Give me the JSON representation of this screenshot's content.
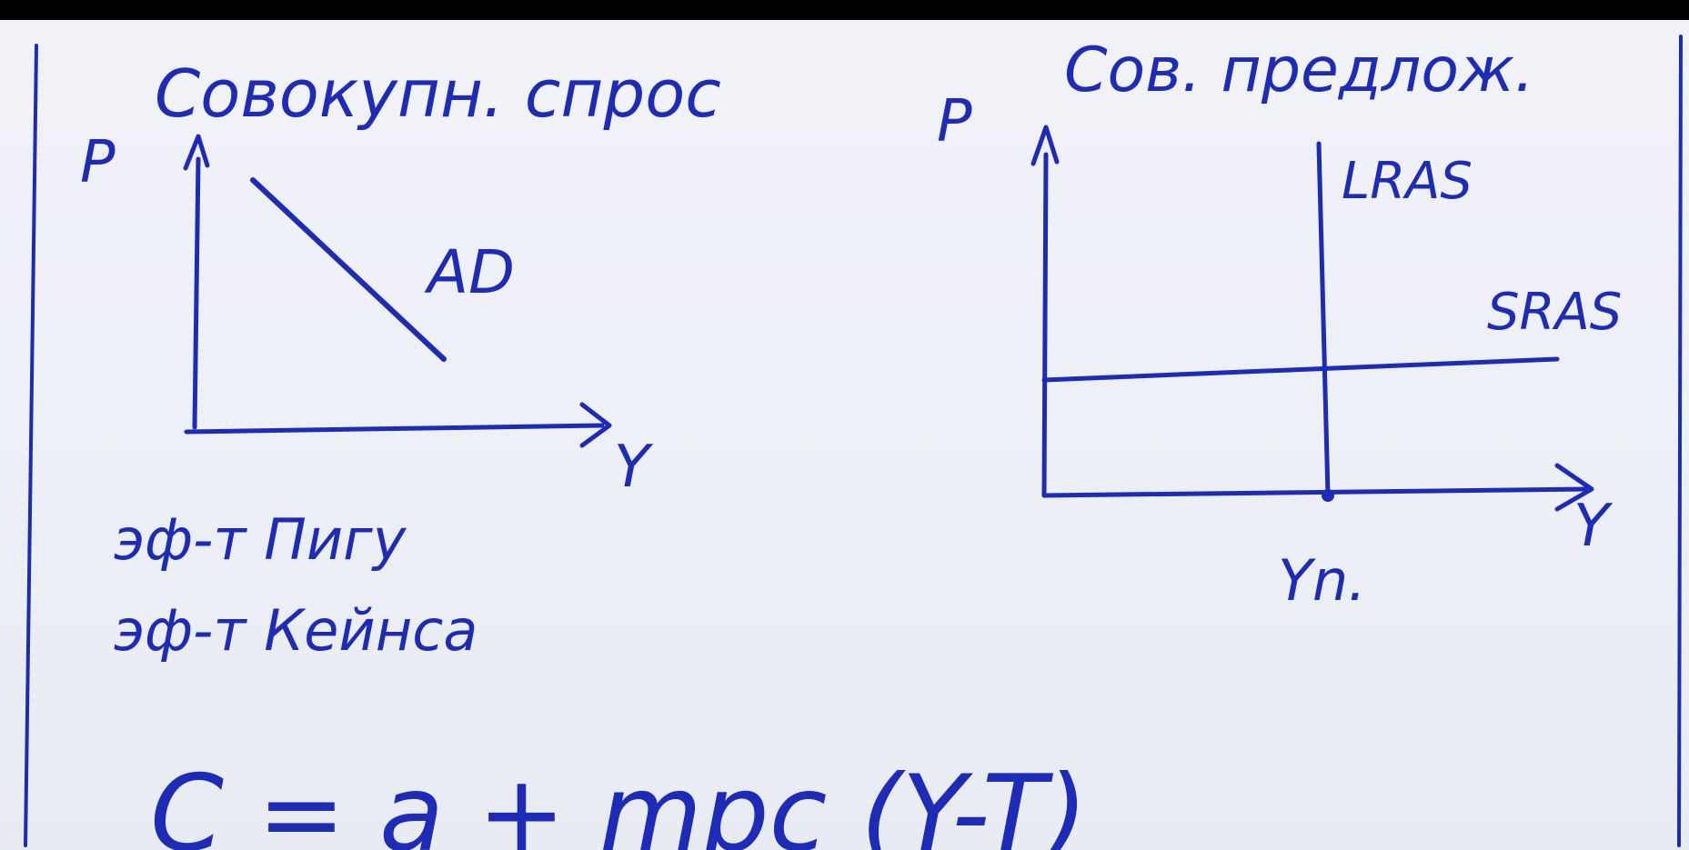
{
  "left_diagram": {
    "heading": "Совокупн. спрос",
    "axis_y": "P",
    "axis_x": "Y",
    "curve_label": "AD"
  },
  "right_diagram": {
    "heading": "Сов. предлож.",
    "axis_y": "P",
    "axis_x": "Y",
    "lras_label": "LRAS",
    "sras_label": "SRAS",
    "x_mark_label": "Yn."
  },
  "notes": {
    "line1": "эф-т Пигу",
    "line2": "эф-т Кейнса",
    "formula": "C = a + mpc (Y-T)"
  },
  "colors": {
    "ink": "#1d2bb6",
    "paper": "#eef0f7",
    "background": "#000000"
  }
}
